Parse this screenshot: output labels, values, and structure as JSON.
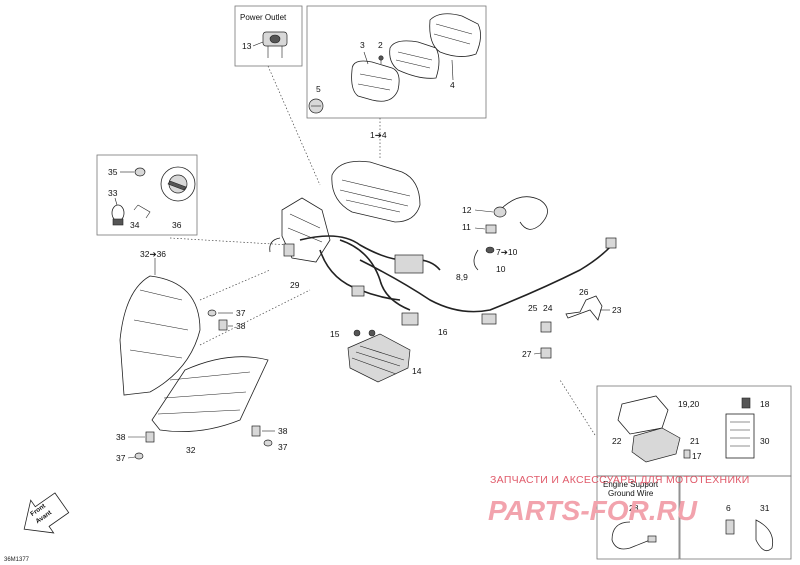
{
  "boxes": {
    "power_outlet_title": "Power Outlet",
    "engine_support_title_line1": "Engine Support",
    "engine_support_title_line2": "Ground Wire"
  },
  "callouts": {
    "c13": "13",
    "c3": "3",
    "c2": "2",
    "c5": "5",
    "c4": "4",
    "c1to4": "1➔4",
    "c35": "35",
    "c33": "33",
    "c34": "34",
    "c36": "36",
    "c32to36": "32➔36",
    "c29": "29",
    "c12": "12",
    "c11": "11",
    "c7to10": "7➔10",
    "c10": "10",
    "c8_9": "8,9",
    "c26": "26",
    "c25": "25",
    "c24": "24",
    "c23": "23",
    "c37a": "37",
    "c38a": "38",
    "c16": "16",
    "c15": "15",
    "c27": "27",
    "c14": "14",
    "c19_20": "19,20",
    "c18": "18",
    "c22": "22",
    "c21": "21",
    "c30": "30",
    "c17": "17",
    "c38b": "38",
    "c38c": "38",
    "c37b": "37",
    "c37c": "37",
    "c32": "32",
    "c28": "28",
    "c6": "6",
    "c31": "31"
  },
  "watermark": {
    "line1": "ЗАПЧАСТИ И АКСЕССУАРЫ ДЛЯ МОТОТЕХНИКИ",
    "line2": "PARTS-FOR.RU"
  },
  "front_arrow": {
    "line1": "Front",
    "line2": "Avant"
  },
  "reference": "36M1377"
}
